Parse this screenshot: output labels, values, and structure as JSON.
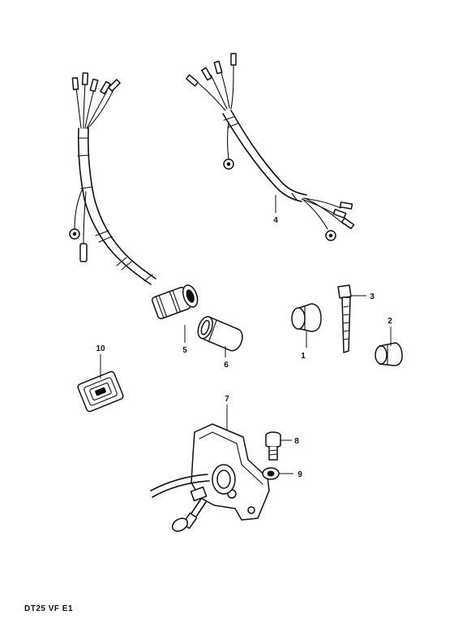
{
  "diagram": {
    "code": "DT25 VF E1",
    "callouts": [
      {
        "id": "c1",
        "label": "1"
      },
      {
        "id": "c2",
        "label": "2"
      },
      {
        "id": "c3",
        "label": "3"
      },
      {
        "id": "c4",
        "label": "4"
      },
      {
        "id": "c5",
        "label": "5"
      },
      {
        "id": "c6",
        "label": "6"
      },
      {
        "id": "c7",
        "label": "7"
      },
      {
        "id": "c8",
        "label": "8"
      },
      {
        "id": "c9",
        "label": "9"
      },
      {
        "id": "c10",
        "label": "10"
      }
    ]
  }
}
